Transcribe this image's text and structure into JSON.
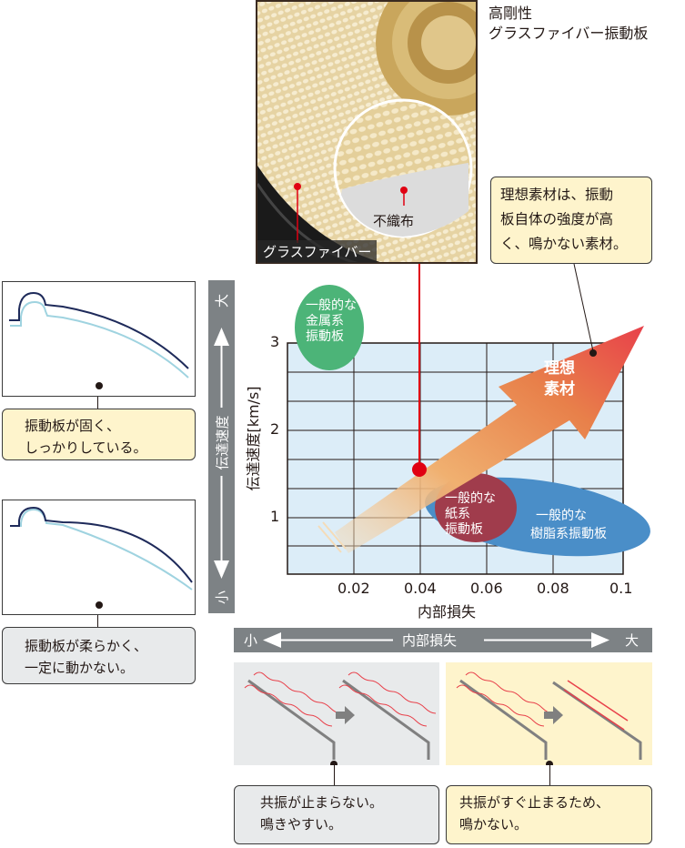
{
  "photo": {
    "title_line1": "高剛性",
    "title_line2": "グラスファイバー振動板",
    "label_glassfiber": "グラスファイバー",
    "label_nonwoven": "不織布"
  },
  "ideal_callout": {
    "line1": "理想素材は、振動",
    "line2": "板自体の強度が高",
    "line3": "く、鳴かない素材。"
  },
  "left_panels": [
    {
      "caption_line1": "振動板が固く、",
      "caption_line2": "しっかりしている。"
    },
    {
      "caption_line1": "振動板が柔らかく、",
      "caption_line2": "一定に動かない。"
    }
  ],
  "speed_bar": {
    "label": "伝達速度",
    "high": "大",
    "low": "小"
  },
  "loss_bar": {
    "label": "内部損失",
    "low": "小",
    "high": "大"
  },
  "bottom_panels": [
    {
      "caption_line1": "共振が止まらない。",
      "caption_line2": "鳴きやすい。"
    },
    {
      "caption_line1": "共振がすぐ止まるため、",
      "caption_line2": "鳴かない。"
    }
  ],
  "colors": {
    "grid_bg": "#dcedf8",
    "metal": "#4cb478",
    "paper": "#a03c4c",
    "resin": "#4a8ec8",
    "ideal_arrow": "#e8504a",
    "marker": "#e00012",
    "yellow_bg": "#fef4cc",
    "grey_bg": "#e8eaeb",
    "bar_grey": "#7d8285"
  },
  "chart_data": {
    "type": "scatter",
    "title": "",
    "xlabel": "内部損失",
    "ylabel": "伝達速度[km/s]",
    "x_ticks": [
      "0.02",
      "0.04",
      "0.06",
      "0.08",
      "0.1"
    ],
    "y_ticks": [
      "1",
      "2",
      "3"
    ],
    "xlim": [
      0,
      0.1
    ],
    "ylim": [
      0.3,
      3
    ],
    "grid": true,
    "regions": [
      {
        "name": "一般的な金属系振動板",
        "label_lines": [
          "一般的な",
          "金属系",
          "振動板"
        ],
        "x_center": 0.004,
        "y_center": 3.0
      },
      {
        "name": "一般的な紙系振動板",
        "label_lines": [
          "一般的な",
          "紙系",
          "振動板"
        ],
        "x_center": 0.049,
        "y_center": 1.0
      },
      {
        "name": "一般的な樹脂系振動板",
        "label_lines": [
          "一般的な",
          "樹脂系振動板"
        ],
        "x_center": 0.075,
        "y_center": 1.0
      },
      {
        "name": "理想素材",
        "label_lines": [
          "理想",
          "素材"
        ],
        "x_center": 0.09,
        "y_center": 2.6
      }
    ],
    "points": [
      {
        "name": "高剛性グラスファイバー振動板",
        "x": 0.039,
        "y": 1.55
      }
    ],
    "arrow": {
      "from": [
        0.013,
        0.7
      ],
      "to": [
        0.1,
        2.9
      ],
      "label": "理想素材"
    }
  }
}
